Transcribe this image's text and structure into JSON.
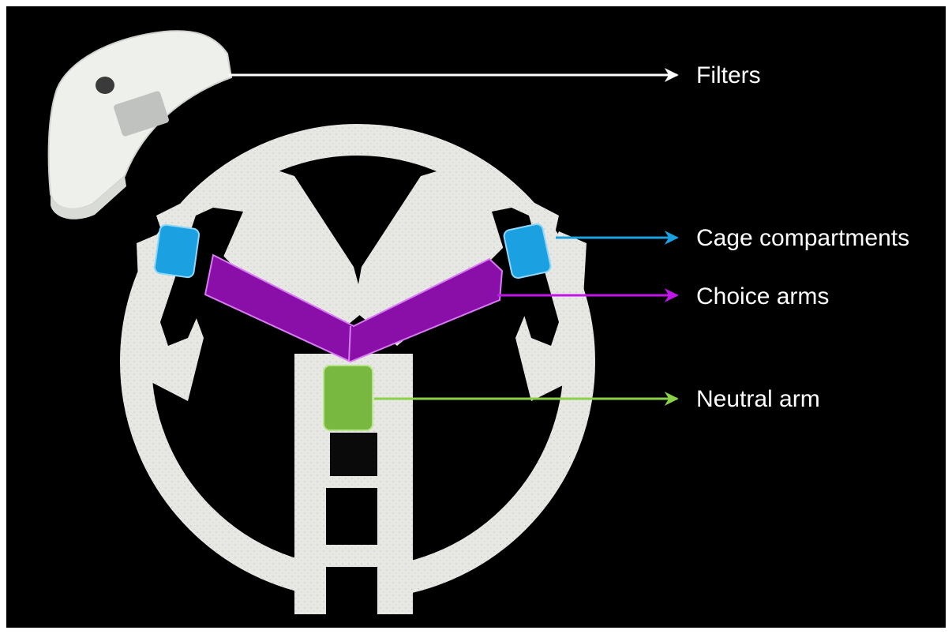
{
  "labels": {
    "filters": "Filters",
    "cage_compartments": "Cage compartments",
    "choice_arms": "Choice arms",
    "neutral_arm": "Neutral arm"
  },
  "colors": {
    "background": "#000000",
    "filters": "#ffffff",
    "cage_compartments": "#1ba1e2",
    "choice_arms": "#c017e8",
    "neutral_arm": "#8bd147",
    "plastic": "#e6e6e2"
  }
}
